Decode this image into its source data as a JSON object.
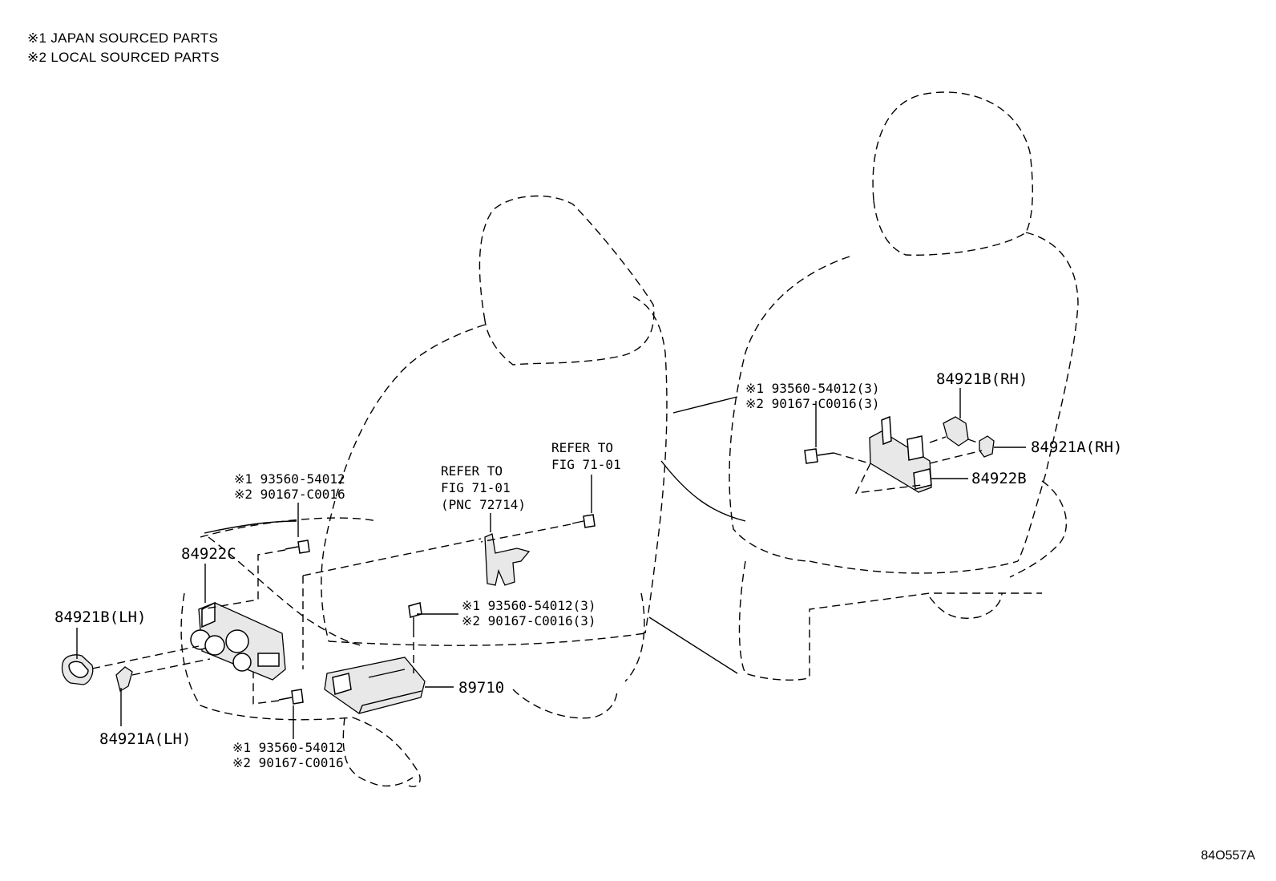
{
  "legend": {
    "line1": "※1 JAPAN SOURCED PARTS",
    "line2": "※2 LOCAL SOURCED PARTS"
  },
  "labels": {
    "p84922C": "84922C",
    "p84921B_LH": "84921B(LH)",
    "p84921A_LH": "84921A(LH)",
    "p89710": "89710",
    "p84921B_RH": "84921B(RH)",
    "p84921A_RH": "84921A(RH)",
    "p84922B": "84922B",
    "refer1_l1": "REFER TO",
    "refer1_l2": "FIG 71-01",
    "refer1_l3": "(PNC 72714)",
    "refer2_l1": "REFER TO",
    "refer2_l2": "FIG 71-01",
    "screwTL_l1": "※1 93560-54012",
    "screwTL_l2": "※2 90167-C0016",
    "screwMid_l1": "※1 93560-54012(3)",
    "screwMid_l2": "※2 90167-C0016(3)",
    "screwBL_l1": "※1 93560-54012",
    "screwBL_l2": "※2 90167-C0016",
    "screwRH_l1": "※1 93560-54012(3)",
    "screwRH_l2": "※2 90167-C0016(3)"
  },
  "diagram_code": "84O557A"
}
